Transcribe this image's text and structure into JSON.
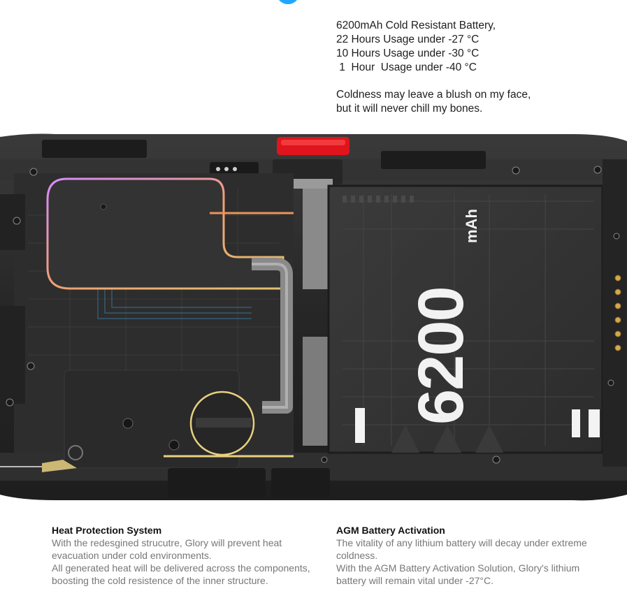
{
  "intro": {
    "lines": [
      "6200mAh Cold Resistant Battery,",
      "22 Hours Usage under -27 °C",
      "10 Hours Usage under -30 °C",
      " 1  Hour  Usage under -40 °C"
    ],
    "tagline": [
      "Coldness may leave a blush on my face,",
      "but it will never chill my bones."
    ]
  },
  "battery_graphic": {
    "capacity": "6200",
    "unit": "mAh"
  },
  "features": [
    {
      "title": "Heat Protection System",
      "body": "With the redesgined strucutre, Glory will prevent heat evacuation under cold environments.\nAll generated heat will be delivered across the components, boosting the cold resistence of the inner structure."
    },
    {
      "title": "AGM Battery Activation",
      "body": "The vitality of any lithium battery will decay under extreme coldness.\nWith the AGM Battery Activation Solution, Glory's lithium battery will remain vital under -27°C."
    }
  ],
  "colors": {
    "accent": "#1fa7ff",
    "power_button": "#e0141c",
    "heat_pipe": "#e8955a",
    "chassis": "#2a2a2a"
  }
}
